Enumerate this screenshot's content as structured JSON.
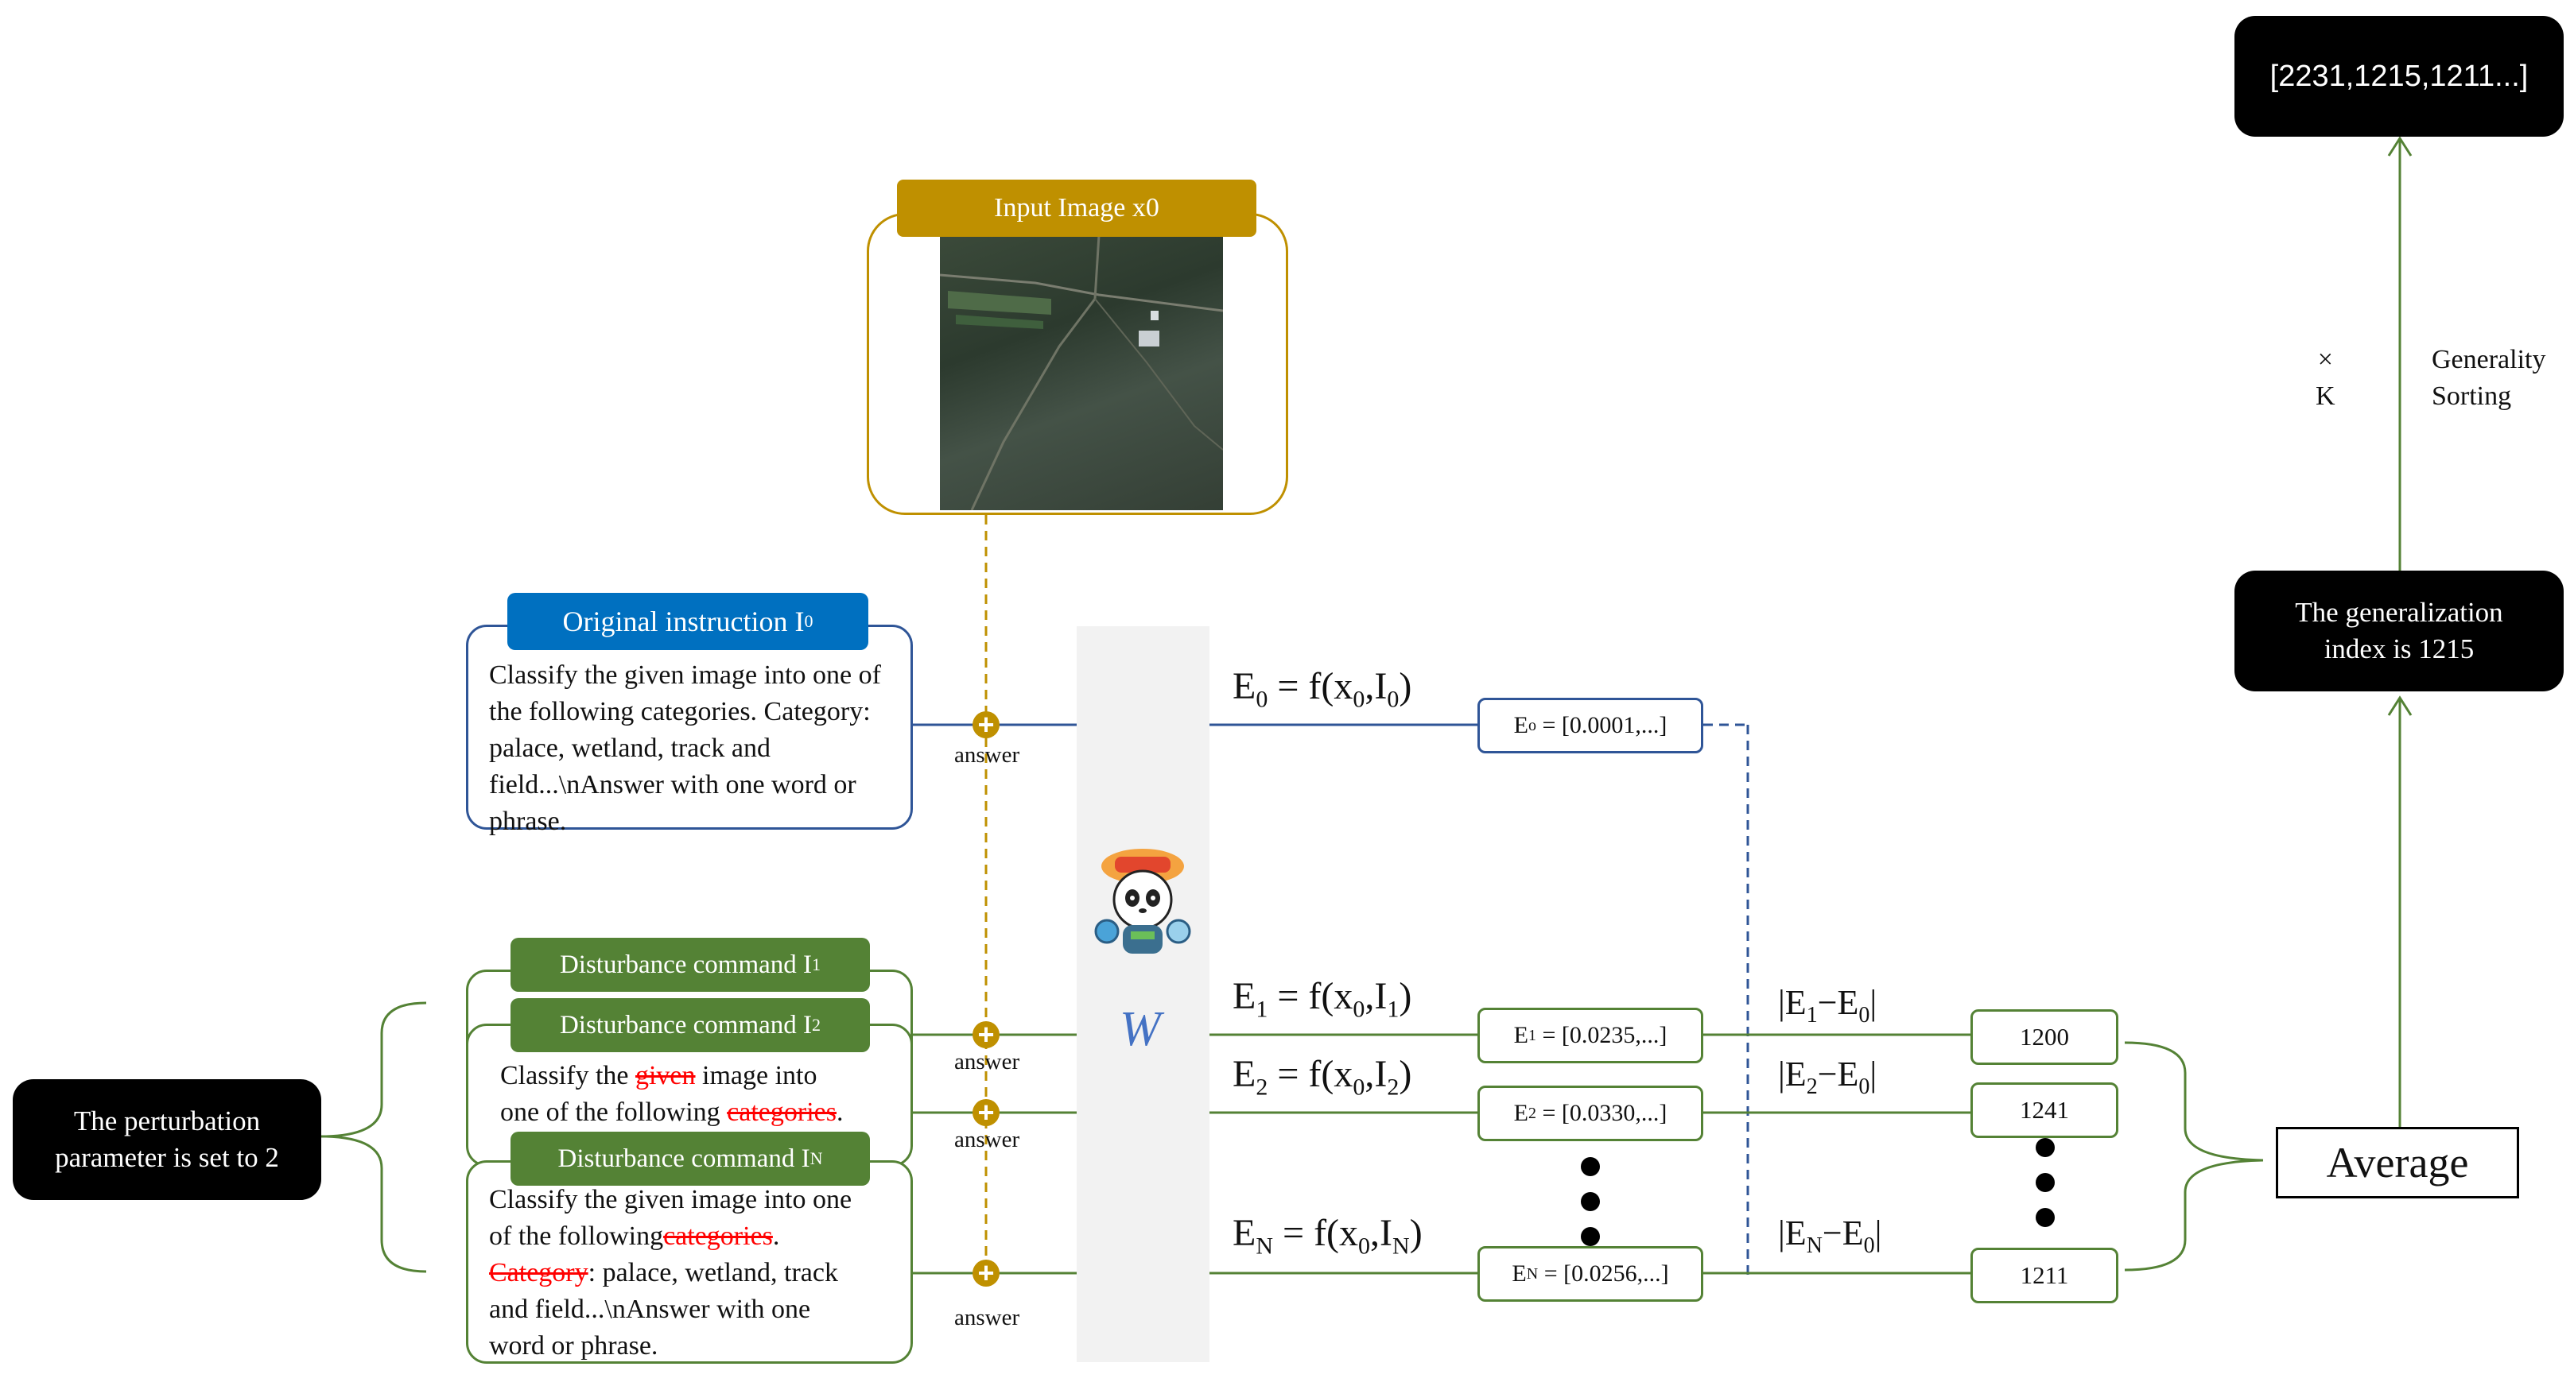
{
  "input_image": {
    "label": "Input Image x0"
  },
  "original": {
    "header": "Original instruction I",
    "header_sub": "0",
    "text": "Classify the given image into one of the following categories. Category: palace, wetland, track and field...\\nAnswer with one word or phrase."
  },
  "disturb": {
    "h1": "Disturbance command I",
    "h1_sub": "1",
    "h2": "Disturbance command I",
    "h2_sub": "2",
    "hn": "Disturbance command I",
    "hn_sub": "N",
    "b2_a": "Classify the",
    "b2_strike": "given",
    "b2_b": "image into",
    "b2_c": "one of the following",
    "b2_strike2": "categories",
    "b2_d": ".",
    "bn_line1": "Classify the given image into one",
    "bn_a": "of the following",
    "bn_strike": "categories",
    "bn_b": ".",
    "bn_strike2": "Category",
    "bn_c": ": palace, wetland, track",
    "bn_line4": "and field...\\nAnswer with one",
    "bn_line5": "word or phrase."
  },
  "answer_label": "answer",
  "model_label": "W",
  "perturbation": "The perturbation parameter is set to 2",
  "equations": {
    "e0": "E",
    "e0_sub": "0",
    "e0_rest": " = f(x",
    "e0_x": "0",
    "e0_i": "0",
    "e1_sub": "1",
    "e1_i": "1",
    "e2_sub": "2",
    "e2_i": "2",
    "en_sub": "N",
    "en_i": "N",
    "i_letter": ",I",
    "close": ")"
  },
  "embeddings": {
    "e0": "E",
    "e0_sub": "o",
    "e0_val": "= [0.0001,...]",
    "e1_sub": "1",
    "e1_val": "= [0.0235,...]",
    "e2_sub": "2",
    "e2_val": "= [0.0330,...]",
    "en_sub": "N",
    "en_val": "= [0.0256,...]"
  },
  "diffs": {
    "pre": "|E",
    "mid": "−E",
    "sub0": "0",
    "post": "|",
    "s1": "1",
    "s2": "2",
    "sn": "N"
  },
  "scores": [
    "1200",
    "1241",
    "1211"
  ],
  "average": "Average",
  "gen_index": "The generalization index is 1215",
  "sorting": {
    "times": "×",
    "k": "K",
    "label1": "Generality",
    "label2": "Sorting"
  },
  "result": "[2231,1215,1211...]",
  "colors": {
    "gold": "#bf9000",
    "blue": "#0070c0",
    "dark_blue": "#2f5597",
    "green": "#548235",
    "strike": "#ff0000"
  }
}
